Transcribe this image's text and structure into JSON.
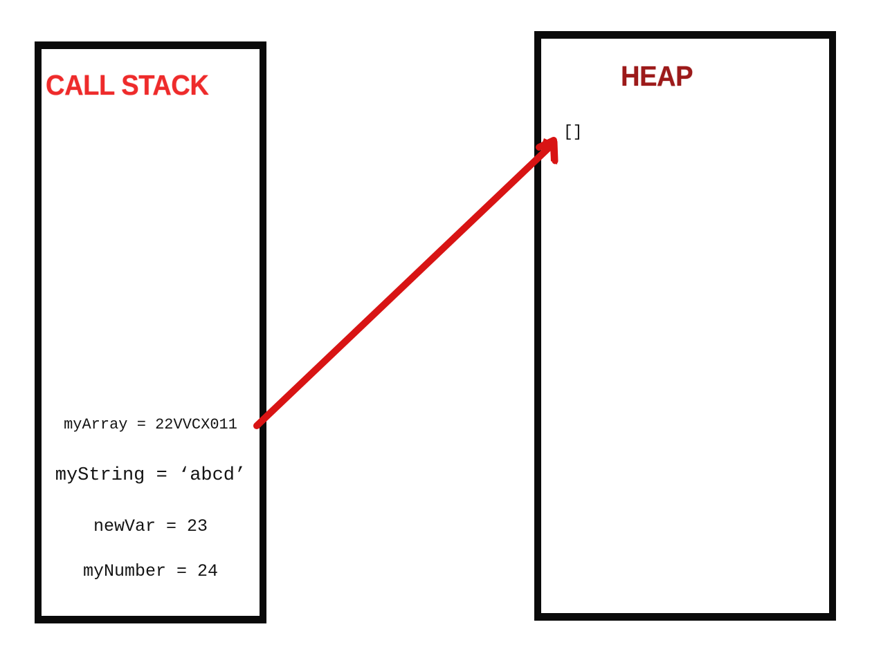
{
  "diagram": {
    "title": "JavaScript memory model: call stack and heap",
    "background_color": "#ffffff"
  },
  "call_stack": {
    "title": "CALL STACK",
    "title_color": "#ee2b2b",
    "border_color": "#0a0a0a",
    "lines": [
      {
        "text": "myArray = 22VVCX011"
      },
      {
        "text": "myString = ‘abcd’"
      },
      {
        "text": "newVar = 23"
      },
      {
        "text": "myNumber = 24"
      }
    ]
  },
  "heap": {
    "title": "HEAP",
    "title_color": "#9c1a1a",
    "border_color": "#0a0a0a",
    "array_literal": "[]"
  },
  "arrow": {
    "name": "reference-pointer-arrow",
    "color": "#d81414",
    "from_label": "myArray",
    "to_label": "[]",
    "stroke_width": 10
  }
}
